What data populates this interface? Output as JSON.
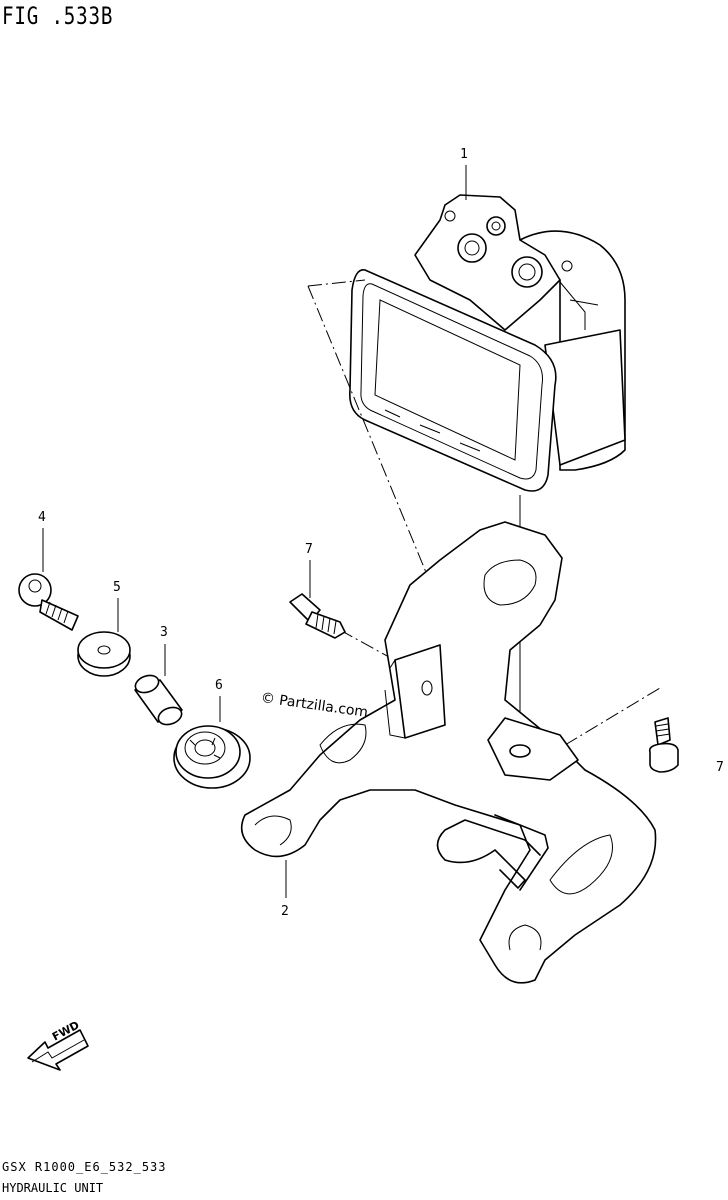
{
  "figure": {
    "title": "FIG .533B",
    "footer_code": "GSX R1000_E6_532_533",
    "footer_name": "HYDRAULIC UNIT"
  },
  "callouts": [
    "1",
    "2",
    "3",
    "4",
    "5",
    "6",
    "7",
    "7"
  ],
  "watermark": "© Partzilla.com",
  "fwd_label": "FWD",
  "colors": {
    "line": "#000000",
    "background": "#ffffff"
  }
}
